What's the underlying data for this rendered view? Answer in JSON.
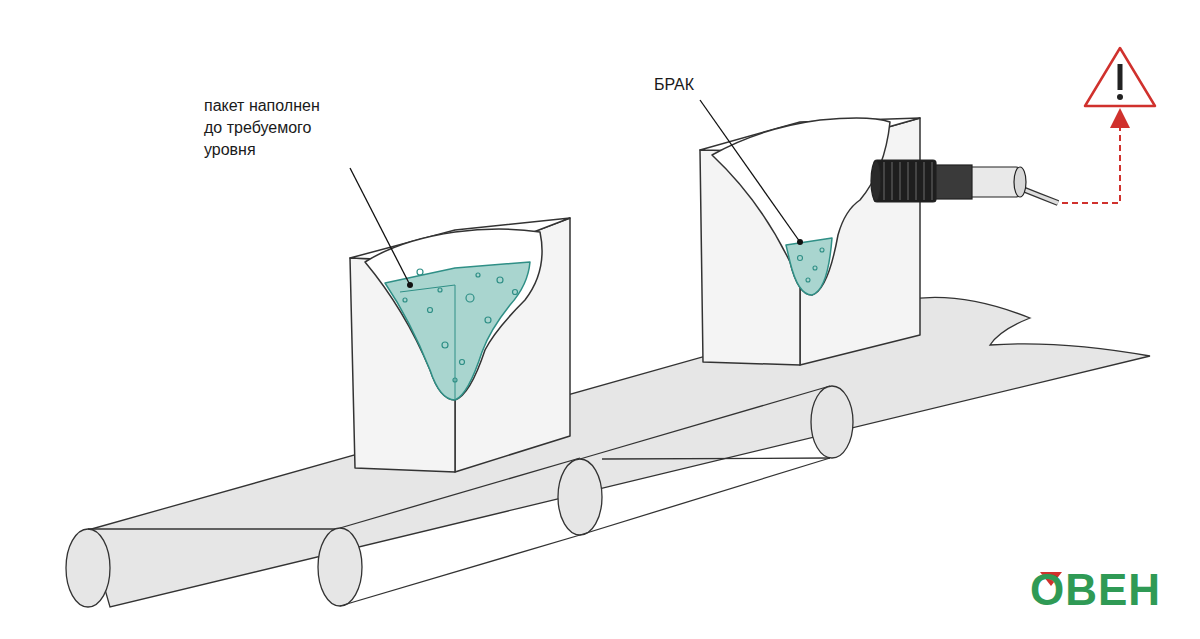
{
  "diagram": {
    "labels": [
      "пакет наполнен до требуемого уровня",
      "БРАК",
      "ОВЕН"
    ]
  }
}
